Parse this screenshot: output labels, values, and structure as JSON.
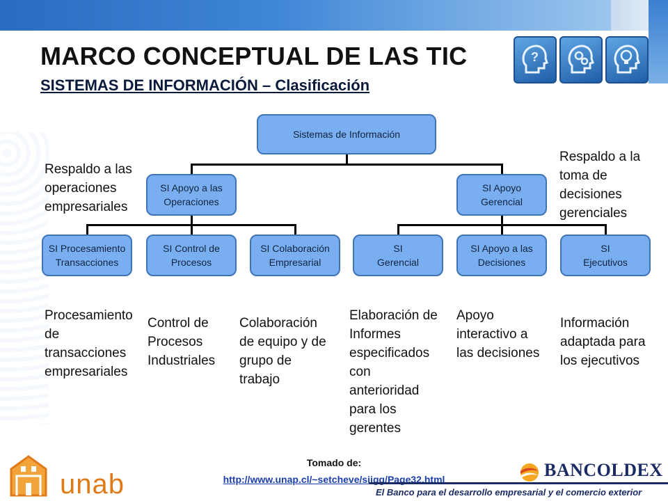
{
  "header": {
    "title": "MARCO CONCEPTUAL DE LAS TIC",
    "subtitle": "SISTEMAS DE INFORMACIÓN – Clasificación"
  },
  "icons": [
    "head-question-icon",
    "head-gears-icon",
    "head-lightbulb-icon"
  ],
  "diagram": {
    "root": "Sistemas de Información",
    "branches": [
      {
        "label": "SI Apoyo a las\nOperaciones",
        "note": "Respaldo a las\noperaciones\nempresariales",
        "children": [
          {
            "label": "SI Procesamiento\nTransacciones",
            "desc": "Procesamiento\nde\ntransacciones\nempresariales"
          },
          {
            "label": "SI Control de\nProcesos",
            "desc": "Control de\nProcesos\nIndustriales"
          },
          {
            "label": "SI Colaboración\nEmpresarial",
            "desc": "Colaboración\nde equipo y de\ngrupo de\ntrabajo"
          }
        ]
      },
      {
        "label": "SI Apoyo\nGerencial",
        "note": "Respaldo a la\ntoma de\ndecisiones\ngerenciales",
        "children": [
          {
            "label": "SI\nGerencial",
            "desc": "Elaboración de\nInformes\nespecificados\ncon\nanterioridad\npara los\ngerentes"
          },
          {
            "label": "SI Apoyo a las\nDecisiones",
            "desc": "Apoyo\ninteractivo a\nlas decisiones"
          },
          {
            "label": "SI\nEjecutivos",
            "desc": "Información\nadaptada para\nlos ejecutivos"
          }
        ]
      }
    ]
  },
  "footer": {
    "credit": "Tomado de:",
    "url": "http://www.unap.cl/~setcheve/siigg/Page32.html",
    "left_logo_text": "unab",
    "right_logo_text": "BANCOLDEX",
    "right_tagline": "El Banco para el desarrollo empresarial y el comercio exterior"
  },
  "colors": {
    "box_fill": "#79aef0",
    "box_border": "#3f73b8",
    "header_bar": "#2a6cc0",
    "unab_orange": "#e07a18",
    "bancoldex_navy": "#1a2b66"
  }
}
